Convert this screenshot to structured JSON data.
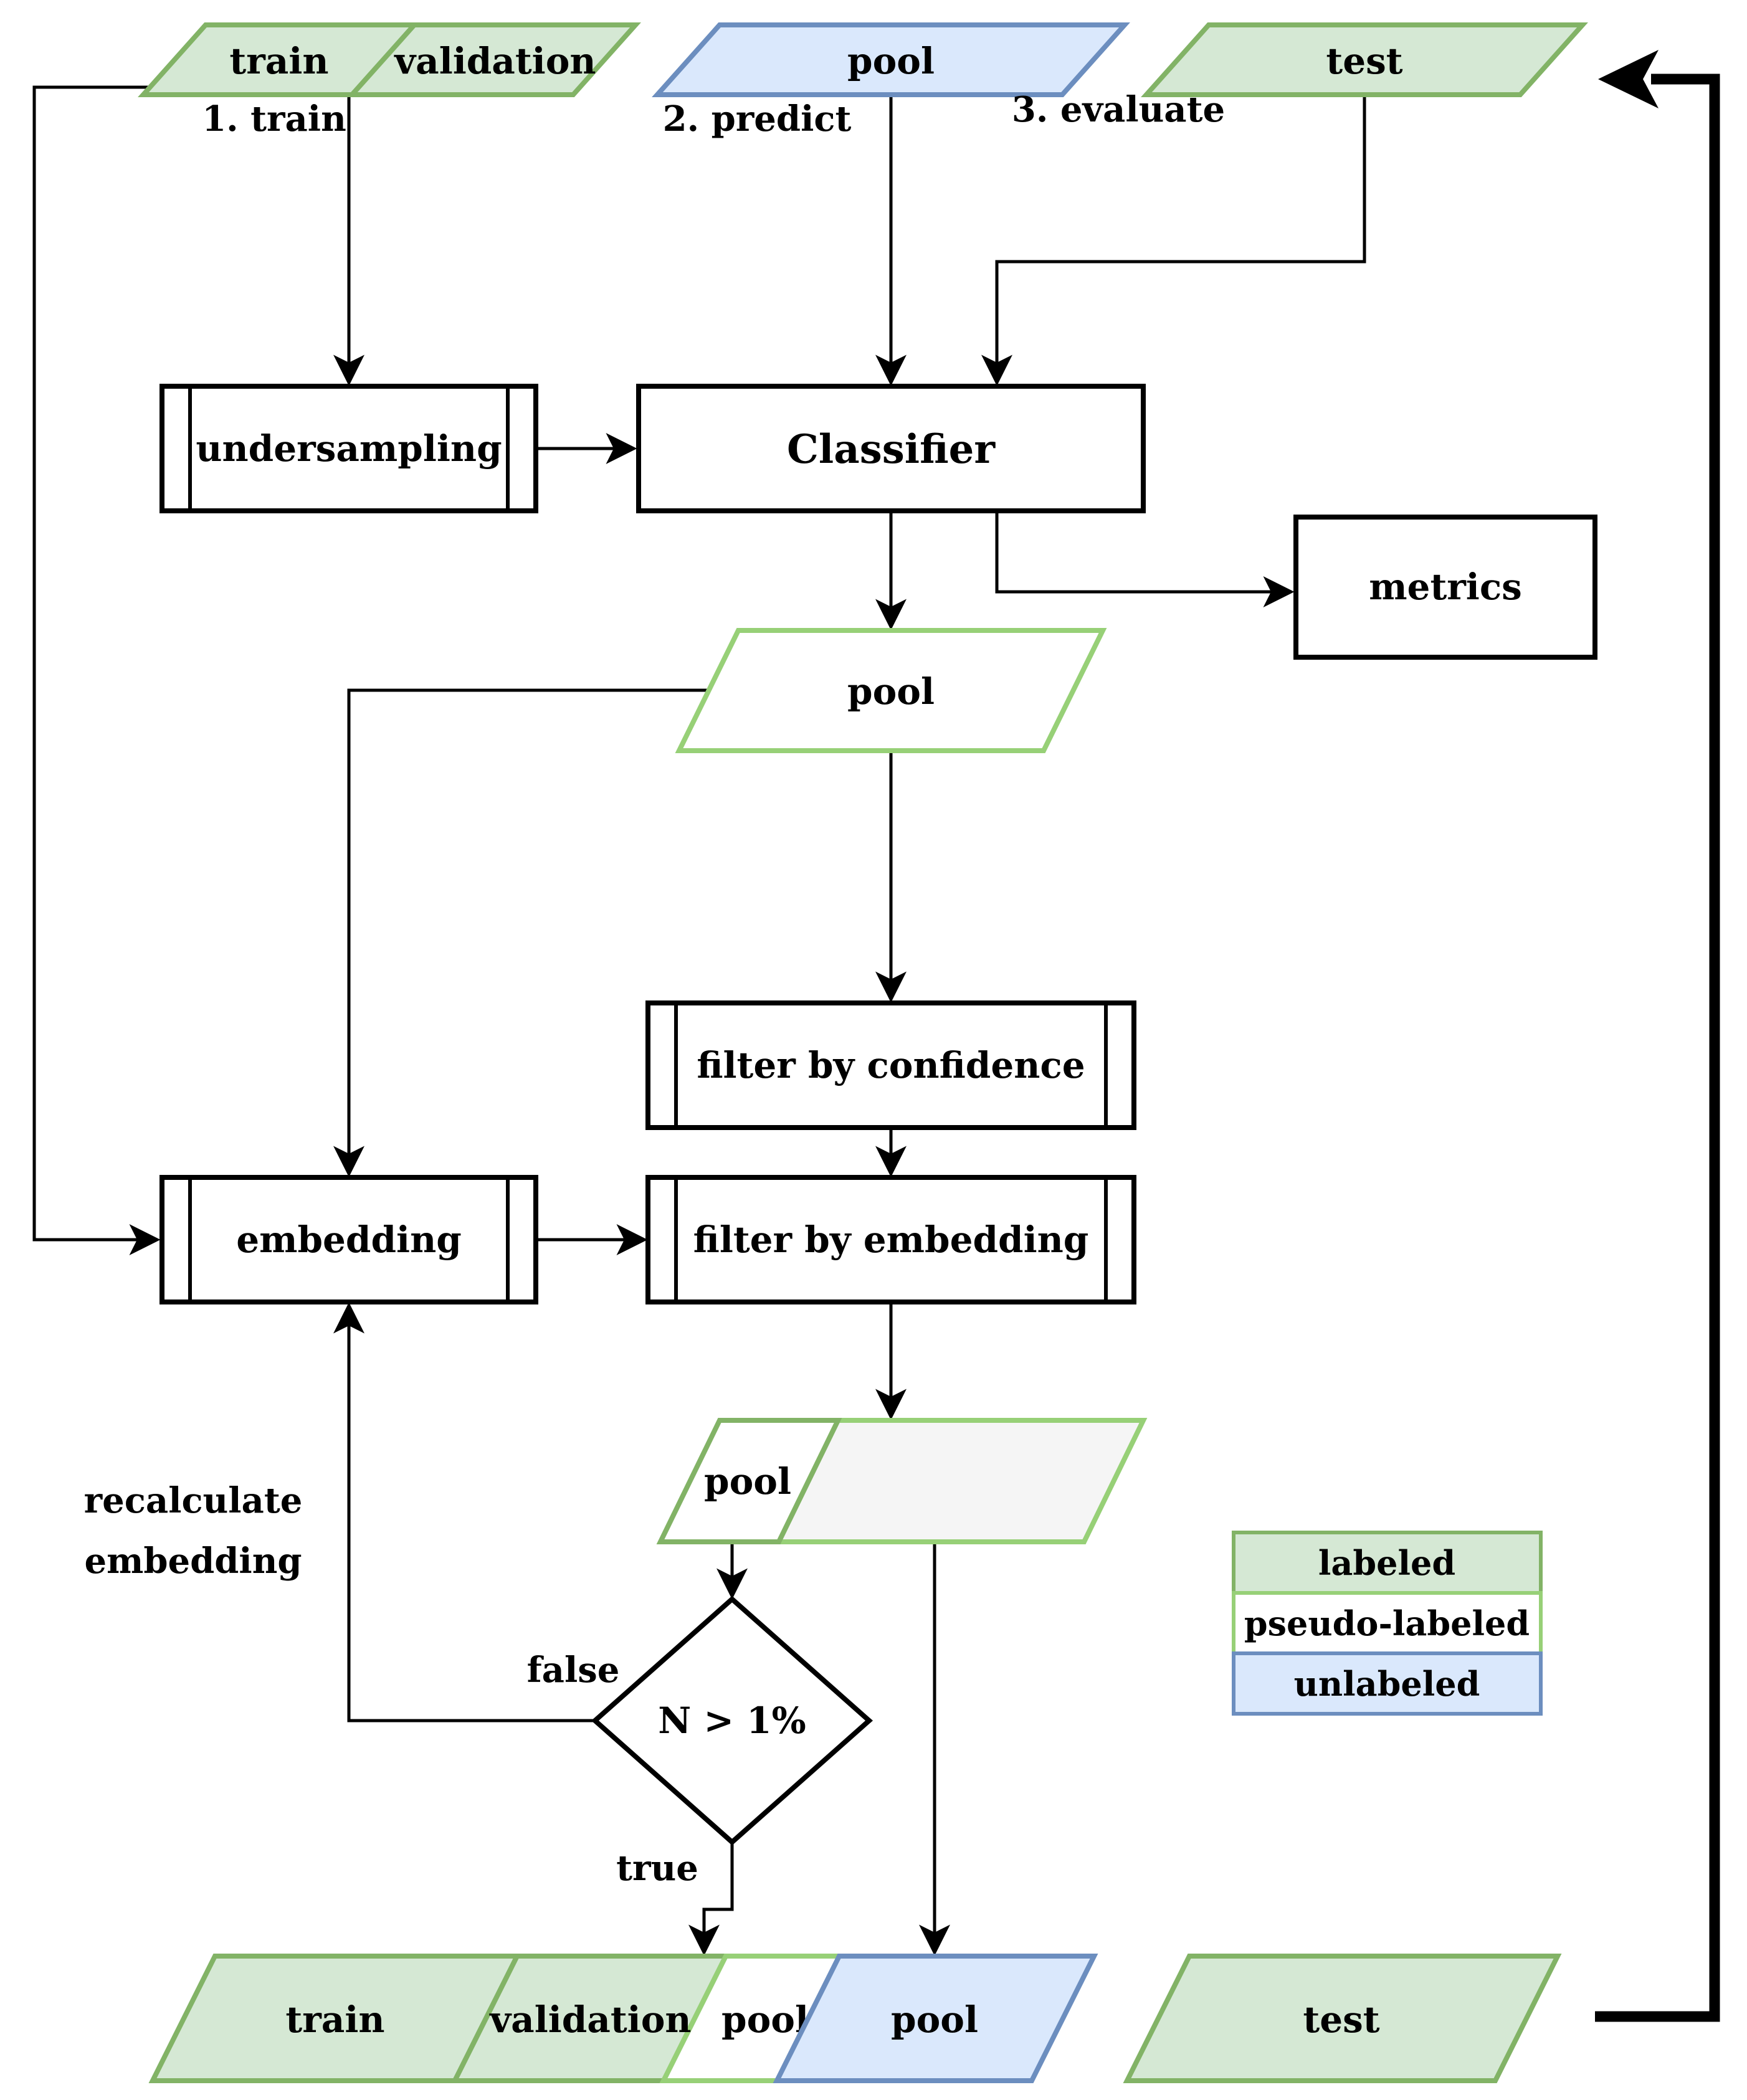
{
  "diagram_type": "flowchart",
  "top_row": {
    "train": "train",
    "validation": "validation",
    "pool": "pool",
    "test": "test"
  },
  "edge_labels": {
    "step_train": "1. train",
    "step_predict": "2. predict",
    "step_evaluate": "3. evaluate",
    "branch_false": "false",
    "branch_true": "true",
    "recalculate_line1": "recalculate",
    "recalculate_line2": "embedding"
  },
  "process_nodes": {
    "undersampling": "undersampling",
    "classifier": "Classifier",
    "metrics": "metrics",
    "filter_confidence": "filter by confidence",
    "embedding": "embedding",
    "filter_embedding": "filter by embedding"
  },
  "data_nodes": {
    "pool_pseudo": "pool",
    "pool_split_left": "pool"
  },
  "decision": {
    "condition": "N > 1%"
  },
  "legend": {
    "labeled": "labeled",
    "pseudo_labeled": "pseudo-labeled",
    "unlabeled": "unlabeled"
  },
  "bottom_row": {
    "train": "train",
    "validation": "validation",
    "pool_appended": "pool",
    "pool": "pool",
    "test": "test"
  },
  "colors": {
    "labeled_fill": "#d5e8d4",
    "labeled_stroke": "#82b366",
    "pseudo_stroke": "#97d077",
    "unlabeled_fill": "#dae8fc",
    "unlabeled_stroke": "#6c8ebf",
    "blank_fill": "#f5f5f5",
    "white_fill": "#ffffff",
    "line_color": "#000000"
  }
}
